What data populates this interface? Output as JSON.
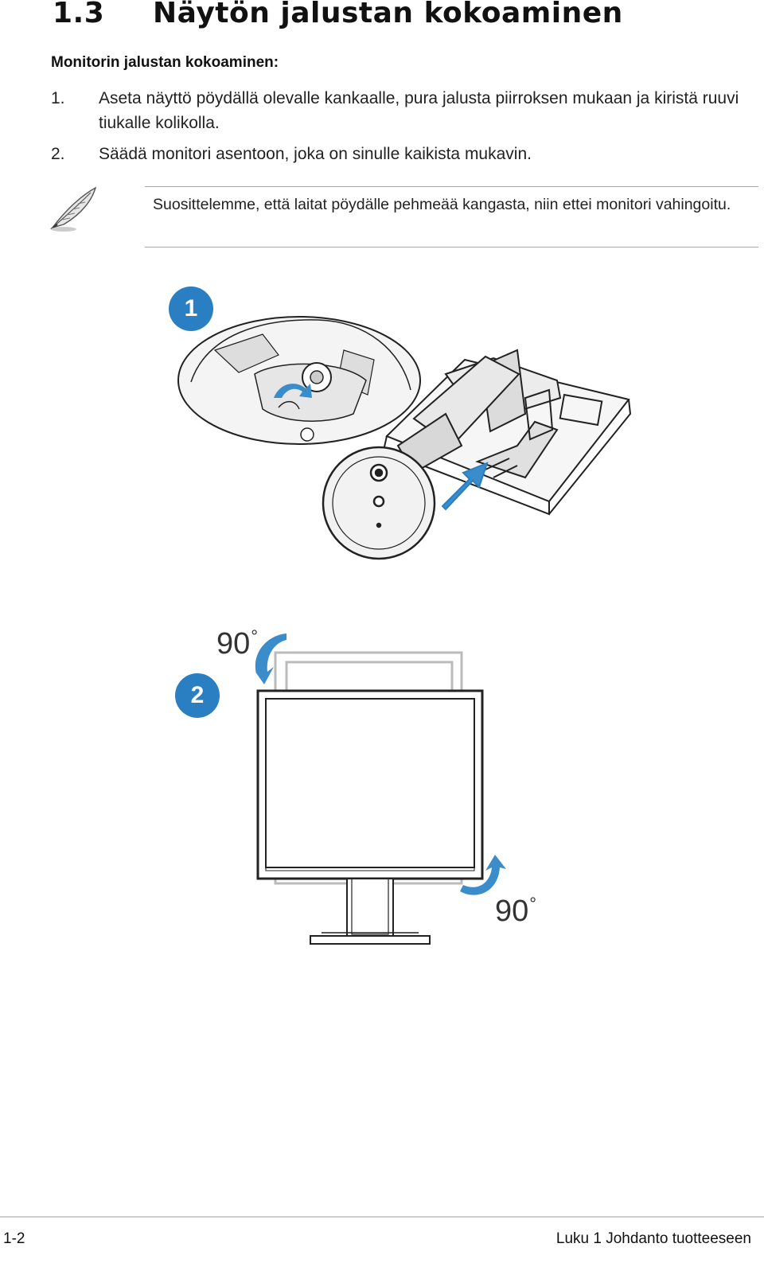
{
  "section": {
    "number": "1.3",
    "title": "Näytön jalustan kokoaminen"
  },
  "subheading": "Monitorin jalustan kokoaminen:",
  "steps": [
    {
      "num": "1.",
      "text": "Aseta näyttö pöydällä olevalle kankaalle, pura jalusta piirroksen mukaan ja kiristä ruuvi tiukalle kolikolla."
    },
    {
      "num": "2.",
      "text": "Säädä monitori asentoon, joka on sinulle kaikista mukavin."
    }
  ],
  "note": {
    "icon": "pen-feather-icon",
    "text": "Suosittelemme, että laitat pöydälle pehmeää kangasta, niin ettei monitori vahingoitu."
  },
  "figures": {
    "badge_1": "1",
    "badge_2": "2",
    "rotation_top": "90",
    "rotation_bottom": "90",
    "degree_symbol": "°",
    "accent_color": "#2a7fc2"
  },
  "footer": {
    "left": "1-2",
    "right": "Luku 1 Johdanto tuotteeseen"
  }
}
